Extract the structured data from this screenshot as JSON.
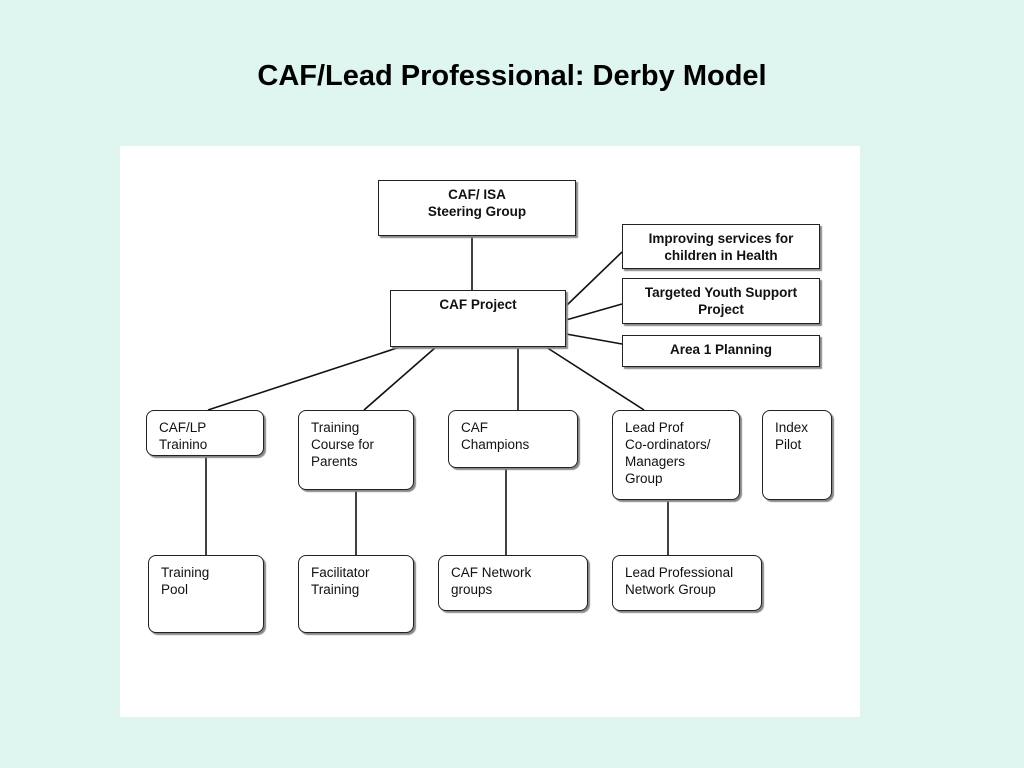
{
  "title": "CAF/Lead Professional: Derby Model",
  "nodes": {
    "steering": "CAF/ ISA\nSteering Group",
    "caf_project": "CAF Project",
    "improving": "Improving services for\nchildren in Health",
    "targeted": "Targeted Youth Support\nProject",
    "area1": "Area 1 Planning",
    "caf_lp_training": "CAF/LP\nTrainino",
    "training_course": "Training\nCourse for\nParents",
    "caf_champions": "CAF\nChampions",
    "lead_prof": "Lead Prof\nCo-ordinators/\nManagers\nGroup",
    "index_pilot": "Index\nPilot",
    "training_pool": "Training\nPool",
    "facilitator": "Facilitator\nTraining",
    "caf_network": "CAF Network\ngroups",
    "lead_network": "Lead Professional\nNetwork Group"
  }
}
